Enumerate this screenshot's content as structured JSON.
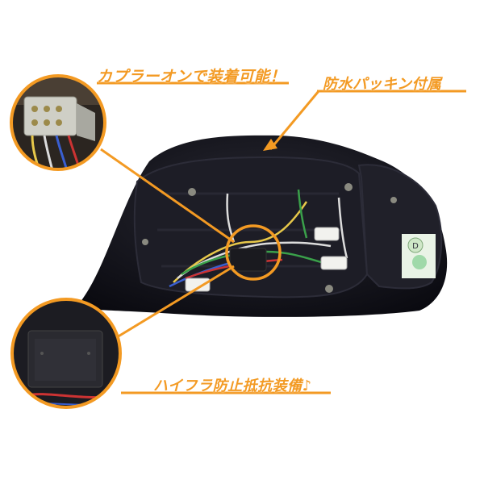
{
  "callouts": {
    "coupler": "カプラーオンで装着可能！",
    "packing": "防水パッキン付属",
    "hyperflash": "ハイフラ防止抵抗装備♪"
  },
  "part_label": "D",
  "colors": {
    "accent": "#f39a23",
    "housing": "#14141c",
    "background": "#ffffff"
  }
}
